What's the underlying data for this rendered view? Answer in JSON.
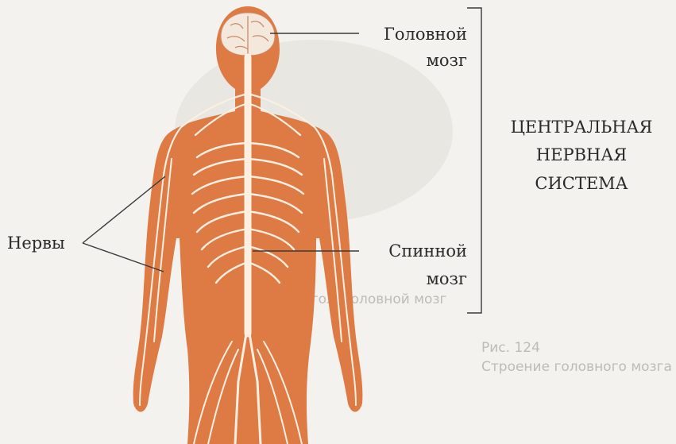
{
  "labels": {
    "brain_line1": "Головной",
    "brain_line2": "мозг",
    "spinal_line1": "Спинной",
    "spinal_line2": "мозг",
    "cns_line1": "ЦЕНТРАЛЬНАЯ",
    "cns_line2": "НЕРВНАЯ",
    "cns_line3": "СИСТЕМА",
    "nerves": "Нервы"
  },
  "bleed_through_text": {
    "line1": "(гол. головной мозг",
    "line2": "Рис. 124",
    "line3": "Строение головного мозга"
  },
  "colors": {
    "body_fill": "#de7b45",
    "nerve_color": "#fbefe2",
    "brain_fill": "#f4e7dc",
    "line_color": "#3a3a3a",
    "text_color": "#2a2a2a",
    "background": "#f3f2ee"
  }
}
